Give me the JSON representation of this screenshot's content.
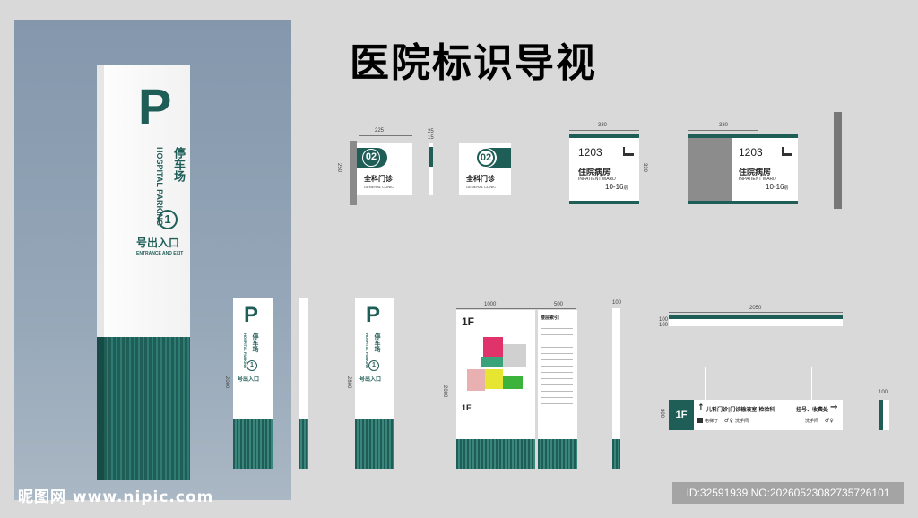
{
  "title": "医院标识导视",
  "parking": {
    "letter": "P",
    "cn": "停车场",
    "en": "HOSPITAL PARKING",
    "number": "1",
    "entry_cn": "号出入口",
    "entry_en": "ENTRANCE AND EXIT"
  },
  "clinic": {
    "number": "02",
    "cn": "全科门诊",
    "en": "GENERAL CLINIC",
    "dim_w": "225",
    "dim_h": "250",
    "dim_side_a": "25",
    "dim_side_b": "15"
  },
  "ward": {
    "room": "1203",
    "cn": "住院病房",
    "en": "INPATIENT WARD",
    "floor": "10-16",
    "floor_unit": "层",
    "dim_w": "330",
    "dim_h": "330"
  },
  "floor_map": {
    "floor": "1F",
    "dim_w1": "1000",
    "dim_w2": "500",
    "dim_d": "100",
    "dim_h": "2000",
    "index_title": "楼层索引"
  },
  "pylon_dims": {
    "h1": "2000",
    "h2": "2800"
  },
  "hanging": {
    "floor": "1F",
    "left_text": "儿科门诊|门诊输液室|检验科",
    "right_text": "挂号、收费处",
    "elevator": "电梯厅",
    "washroom": "洗手间",
    "washroom2": "洗手间",
    "dim_w": "2050",
    "dim_h1": "100",
    "dim_h2": "100",
    "dim_h3": "300",
    "dim_side": "100"
  },
  "footer": {
    "left": "昵图网 www.nipic.com",
    "right": "ID:32591939 NO:20260523082735726101"
  }
}
